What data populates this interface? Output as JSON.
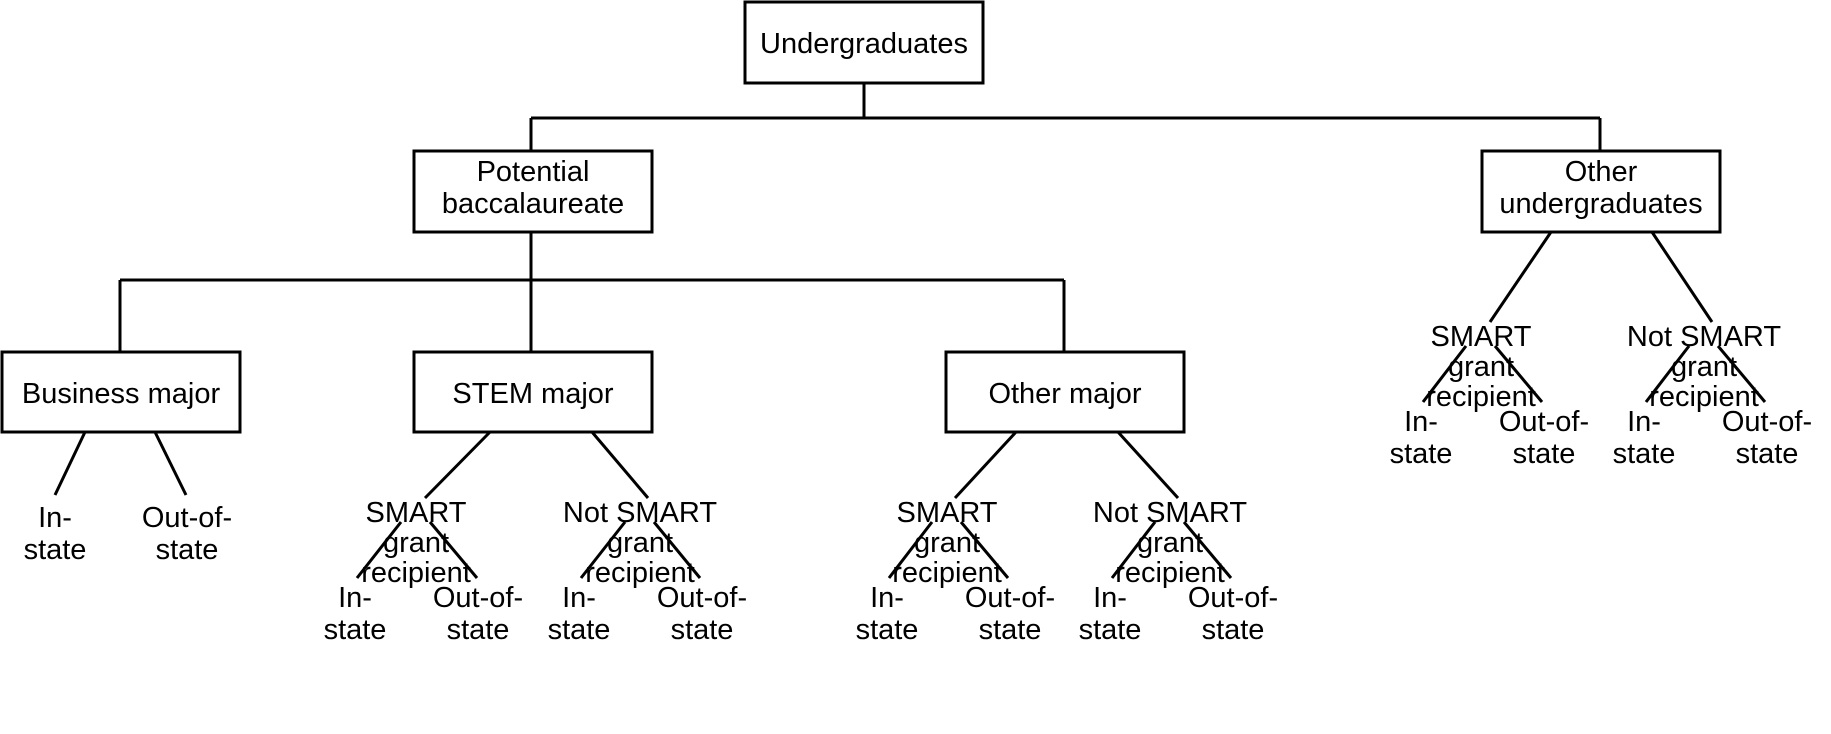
{
  "diagram": {
    "title": "Undergraduate classification tree",
    "style": {
      "background": "#ffffff",
      "stroke": "#000000",
      "box_fill": "#ffffff",
      "text_color": "#000000"
    },
    "root": {
      "id": "undergraduates",
      "label": "Undergraduates",
      "shape": "box"
    },
    "level2": [
      {
        "id": "potential-baccalaureate",
        "label_lines": [
          "Potential",
          "baccalaureate"
        ],
        "shape": "box"
      },
      {
        "id": "other-undergraduates",
        "label_lines": [
          "Other",
          "undergraduates"
        ],
        "shape": "box"
      }
    ],
    "level3_majors": [
      {
        "id": "business-major",
        "label": "Business major",
        "shape": "box"
      },
      {
        "id": "stem-major",
        "label": "STEM major",
        "shape": "box"
      },
      {
        "id": "other-major",
        "label": "Other major",
        "shape": "box"
      }
    ],
    "grant_groups": [
      {
        "id": "stem-smart",
        "label_lines": [
          "SMART",
          "grant",
          "recipient"
        ]
      },
      {
        "id": "stem-not-smart",
        "label_lines": [
          "Not SMART",
          "grant",
          "recipient"
        ]
      },
      {
        "id": "othermajor-smart",
        "label_lines": [
          "SMART",
          "grant",
          "recipient"
        ]
      },
      {
        "id": "othermajor-not-smart",
        "label_lines": [
          "Not SMART",
          "grant",
          "recipient"
        ]
      },
      {
        "id": "otherug-smart",
        "label_lines": [
          "SMART",
          "grant",
          "recipient"
        ]
      },
      {
        "id": "otherug-not-smart",
        "label_lines": [
          "Not SMART",
          "grant",
          "recipient"
        ]
      }
    ],
    "residency_leaves": [
      {
        "id": "business-in-state",
        "label_lines": [
          "In-",
          "state"
        ]
      },
      {
        "id": "business-out-of-state",
        "label_lines": [
          "Out-of-",
          "state"
        ]
      },
      {
        "id": "stem-smart-in-state",
        "label_lines": [
          "In-",
          "state"
        ]
      },
      {
        "id": "stem-smart-out-of-state",
        "label_lines": [
          "Out-of-",
          "state"
        ]
      },
      {
        "id": "stem-notsmart-in-state",
        "label_lines": [
          "In-",
          "state"
        ]
      },
      {
        "id": "stem-notsmart-out-of-state",
        "label_lines": [
          "Out-of-",
          "state"
        ]
      },
      {
        "id": "othermajor-smart-in-state",
        "label_lines": [
          "In-",
          "state"
        ]
      },
      {
        "id": "othermajor-smart-out-of-state",
        "label_lines": [
          "Out-of-",
          "state"
        ]
      },
      {
        "id": "othermajor-notsmart-in-state",
        "label_lines": [
          "In-",
          "state"
        ]
      },
      {
        "id": "othermajor-notsmart-out-of-state",
        "label_lines": [
          "Out-of-",
          "state"
        ]
      },
      {
        "id": "otherug-smart-in-state",
        "label_lines": [
          "In-",
          "state"
        ]
      },
      {
        "id": "otherug-smart-out-of-state",
        "label_lines": [
          "Out-of-",
          "state"
        ]
      },
      {
        "id": "otherug-notsmart-in-state",
        "label_lines": [
          "In-",
          "state"
        ]
      },
      {
        "id": "otherug-notsmart-out-of-state",
        "label_lines": [
          "Out-of-",
          "state"
        ]
      }
    ],
    "text": {
      "undergraduates": "Undergraduates",
      "potential_1": "Potential",
      "potential_2": "baccalaureate",
      "other_ug_1": "Other",
      "other_ug_2": "undergraduates",
      "business_major": "Business major",
      "stem_major": "STEM major",
      "other_major": "Other major",
      "smart": "SMART",
      "not_smart": "Not SMART",
      "grant": "grant",
      "recipient": "recipient",
      "in_dash": "In-",
      "out_of_dash": "Out-of-",
      "state": "state"
    }
  }
}
